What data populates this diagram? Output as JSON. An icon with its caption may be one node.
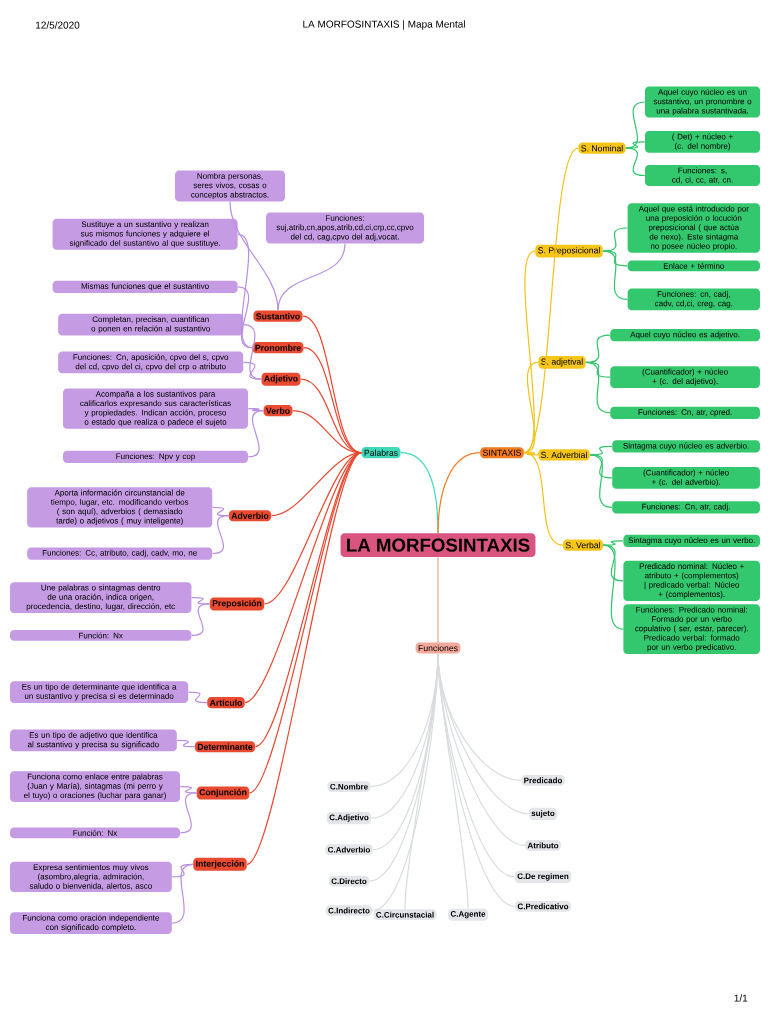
{
  "diagram": {
    "nodes": [
      {
        "text": [
          "LA MORFOSINTAXIS"
        ]
      },
      {
        "text": [
          "Palabras"
        ]
      },
      {
        "text": [
          "SINTAXIS"
        ]
      },
      {
        "text": [
          "Funciones"
        ]
      },
      {
        "text": [
          "Sustantivo"
        ]
      },
      {
        "text": [
          "Pronombre"
        ]
      },
      {
        "text": [
          "Adjetivo"
        ]
      },
      {
        "text": [
          "Verbo"
        ]
      },
      {
        "text": [
          "Adverbio"
        ]
      },
      {
        "text": [
          "Preposición"
        ]
      },
      {
        "text": [
          "Artículo"
        ]
      },
      {
        "text": [
          "Determinante"
        ]
      },
      {
        "text": [
          "Conjunción"
        ]
      },
      {
        "text": [
          "Interjección"
        ]
      },
      {
        "text": [
          "Nombra personas, seres vivos, cosas o conceptos abstractos."
        ]
      },
      {
        "text": [
          "Funciones: suj,atrib,cn,apos,atrib,cd,ci,crp,cc,cpvo del cd, cag,cpvo del adj,vocat."
        ]
      },
      {
        "text": [
          "Sustituye a un sustantivo y realizan sus mismos funciones y adquiere el significado del sustantivo al que sustituye."
        ]
      },
      {
        "text": [
          "Mismas funciones que el sustantivo"
        ]
      },
      {
        "text": [
          "Completan, precisan, cuantifican o ponen en relación al sustantivo"
        ]
      },
      {
        "text": [
          "Funciones: Cn, aposición, cpvo del s, cpvo del cd, cpvo del ci, cpvo del crp o atributo"
        ]
      },
      {
        "text": [
          "Acompaña a los sustantivos para calificarlos expresando sus características y propiedades. Indican acción, proceso o estado que realiza o padece el sujeto"
        ]
      },
      {
        "text": [
          "Funciones: Npv y cop"
        ]
      },
      {
        "text": [
          "Aporta información circunstancial de tiempo, lugar, etc. modificando verbos ( son aquí), adverbios ( demasiado tarde) o adjetivos ( muy inteligente)"
        ]
      },
      {
        "text": [
          "Funciones: Cc, atributo, cadj, cadv, mo, ne"
        ]
      },
      {
        "text": [
          "Une palabras o sintagmas dentro de una oración, indica origen, procedencia, destino, lugar, dirección, etc"
        ]
      },
      {
        "text": [
          "Función: Nx"
        ]
      },
      {
        "text": [
          "Es un tipo de determinante que identifica a un sustantivo y precisa si es determinado"
        ]
      },
      {
        "text": [
          "Es un tipo de adjetivo que identifica al sustantivo y precisa su significado"
        ]
      },
      {
        "text": [
          "Funciona como enlace entre palabras (Juan y María), sintagmas (mi perro y el tuyo) o oraciones (luchar para ganar)"
        ]
      },
      {
        "text": [
          "Función: Nx"
        ]
      },
      {
        "text": [
          "Expresa sentimientos muy vivos (asombro,alegría, admiración, saludo o bienvenida, alertos, asco"
        ]
      },
      {
        "text": [
          "Funciona como oración independiente con significado completo."
        ]
      },
      {
        "text": [
          "S. Nominal"
        ]
      },
      {
        "text": [
          "S. Preposicional"
        ]
      },
      {
        "text": [
          "S. adjetival"
        ]
      },
      {
        "text": [
          "S. Adverbial"
        ]
      },
      {
        "text": [
          "S. Verbal"
        ]
      },
      {
        "text": [
          "Aquel cuyo núcleo es un sustantivo, un pronombre o una palabra sustantivada."
        ]
      },
      {
        "text": [
          "( Det) + núcleo + (c. del nombre)"
        ]
      },
      {
        "text": [
          "Funciones: s, cd, ci, cc, atr, cn."
        ]
      },
      {
        "text": [
          "Aquel que está introducido por una preposición o locución preposicional ( que actúa de nexo). Este sintagma no posee núcleo propio."
        ]
      },
      {
        "text": [
          "Enlace + término"
        ]
      },
      {
        "text": [
          "Funciones: cn, cadj, cadv, cd,ci, creg, cag."
        ]
      },
      {
        "text": [
          "Aquel cuyo núcleo es adjetivo."
        ]
      },
      {
        "text": [
          "(Cuantificador) + núcleo + (c. del adjetivo)."
        ]
      },
      {
        "text": [
          "Funciones: Cn, atr, cpred."
        ]
      },
      {
        "text": [
          "Sintagma cuyo núcleo es adverbio."
        ]
      },
      {
        "text": [
          "(Cuantificador) + núcleo + (c. del adverbio)."
        ]
      },
      {
        "text": [
          "Funciones: Cn, atr, cadj."
        ]
      },
      {
        "text": [
          "Sintagma cuyo núcleo es un verbo."
        ]
      },
      {
        "text": [
          "Predicado nominal: Núcleo + atributo + (complementos) | predicado verbal: Núcleo + (complementos)."
        ]
      },
      {
        "text": [
          "Funciones: Predicado nominal: Formado por un verbo copulativo ( ser, estar, parecer). Predicado verbal: formado por un verbo predicativo."
        ]
      },
      {
        "text": [
          "C.Nombre"
        ]
      },
      {
        "text": [
          "C.Adjetivo"
        ]
      },
      {
        "text": [
          "C.Adverbio"
        ]
      },
      {
        "text": [
          "C.Directo"
        ]
      },
      {
        "text": [
          "C.Indirecto"
        ]
      },
      {
        "text": [
          "C.Circunstacial"
        ]
      },
      {
        "text": [
          "C.Agente"
        ]
      },
      {
        "text": [
          "Predicado"
        ]
      },
      {
        "text": [
          "sujeto"
        ]
      },
      {
        "text": [
          "Atributo"
        ]
      },
      {
        "text": [
          "C.De regimen"
        ]
      },
      {
        "text": [
          "C.Predicativo"
        ]
      }
    ],
    "edges": [
      {
        "from": 0,
        "to": 1,
        "arrow": "none",
        "color": "#3fd9b9"
      },
      {
        "from": 0,
        "to": 2,
        "arrow": "none",
        "color": "#f47b20"
      },
      {
        "from": 0,
        "to": 3,
        "arrow": "none",
        "color": "#f2a08f"
      },
      {
        "from": 1,
        "to": 4,
        "arrow": "none",
        "color": "#e8472f"
      },
      {
        "from": 1,
        "to": 5,
        "arrow": "none",
        "color": "#e8472f"
      },
      {
        "from": 1,
        "to": 6,
        "arrow": "none",
        "color": "#e8472f"
      },
      {
        "from": 1,
        "to": 7,
        "arrow": "none",
        "color": "#e8472f"
      },
      {
        "from": 1,
        "to": 8,
        "arrow": "none",
        "color": "#e8472f"
      },
      {
        "from": 1,
        "to": 9,
        "arrow": "none",
        "color": "#e8472f"
      },
      {
        "from": 1,
        "to": 10,
        "arrow": "none",
        "color": "#e8472f"
      },
      {
        "from": 1,
        "to": 11,
        "arrow": "none",
        "color": "#e8472f"
      },
      {
        "from": 1,
        "to": 12,
        "arrow": "none",
        "color": "#e8472f"
      },
      {
        "from": 1,
        "to": 13,
        "arrow": "none",
        "color": "#e8472f"
      },
      {
        "from": 4,
        "to": 14,
        "arrow": "none",
        "color": "#b98ee0"
      },
      {
        "from": 4,
        "to": 15,
        "arrow": "none",
        "color": "#b98ee0"
      },
      {
        "from": 5,
        "to": 16,
        "arrow": "none",
        "color": "#b98ee0"
      },
      {
        "from": 5,
        "to": 17,
        "arrow": "none",
        "color": "#b98ee0"
      },
      {
        "from": 6,
        "to": 18,
        "arrow": "none",
        "color": "#b98ee0"
      },
      {
        "from": 6,
        "to": 19,
        "arrow": "none",
        "color": "#b98ee0"
      },
      {
        "from": 7,
        "to": 20,
        "arrow": "none",
        "color": "#b98ee0"
      },
      {
        "from": 7,
        "to": 21,
        "arrow": "none",
        "color": "#b98ee0"
      },
      {
        "from": 8,
        "to": 22,
        "arrow": "none",
        "color": "#b98ee0"
      },
      {
        "from": 8,
        "to": 23,
        "arrow": "none",
        "color": "#b98ee0"
      },
      {
        "from": 9,
        "to": 24,
        "arrow": "none",
        "color": "#b98ee0"
      },
      {
        "from": 9,
        "to": 25,
        "arrow": "none",
        "color": "#b98ee0"
      },
      {
        "from": 10,
        "to": 26,
        "arrow": "none",
        "color": "#b98ee0"
      },
      {
        "from": 11,
        "to": 27,
        "arrow": "none",
        "color": "#b98ee0"
      },
      {
        "from": 12,
        "to": 28,
        "arrow": "none",
        "color": "#b98ee0"
      },
      {
        "from": 12,
        "to": 29,
        "arrow": "none",
        "color": "#b98ee0"
      },
      {
        "from": 13,
        "to": 30,
        "arrow": "none",
        "color": "#b98ee0"
      },
      {
        "from": 13,
        "to": 31,
        "arrow": "none",
        "color": "#b98ee0"
      },
      {
        "from": 2,
        "to": 32,
        "arrow": "none",
        "color": "#f2c21b"
      },
      {
        "from": 2,
        "to": 33,
        "arrow": "none",
        "color": "#f2c21b"
      },
      {
        "from": 2,
        "to": 34,
        "arrow": "none",
        "color": "#f2c21b"
      },
      {
        "from": 2,
        "to": 35,
        "arrow": "none",
        "color": "#f2c21b"
      },
      {
        "from": 2,
        "to": 36,
        "arrow": "none",
        "color": "#f2c21b"
      },
      {
        "from": 32,
        "to": 37,
        "arrow": "none",
        "color": "#2fc46b"
      },
      {
        "from": 32,
        "to": 38,
        "arrow": "none",
        "color": "#2fc46b"
      },
      {
        "from": 32,
        "to": 39,
        "arrow": "none",
        "color": "#2fc46b"
      },
      {
        "from": 33,
        "to": 40,
        "arrow": "none",
        "color": "#2fc46b"
      },
      {
        "from": 33,
        "to": 41,
        "arrow": "none",
        "color": "#2fc46b"
      },
      {
        "from": 33,
        "to": 42,
        "arrow": "none",
        "color": "#2fc46b"
      },
      {
        "from": 34,
        "to": 43,
        "arrow": "none",
        "color": "#2fc46b"
      },
      {
        "from": 34,
        "to": 44,
        "arrow": "none",
        "color": "#2fc46b"
      },
      {
        "from": 34,
        "to": 45,
        "arrow": "none",
        "color": "#2fc46b"
      },
      {
        "from": 35,
        "to": 46,
        "arrow": "none",
        "color": "#2fc46b"
      },
      {
        "from": 35,
        "to": 47,
        "arrow": "none",
        "color": "#2fc46b"
      },
      {
        "from": 35,
        "to": 48,
        "arrow": "none",
        "color": "#2fc46b"
      },
      {
        "from": 36,
        "to": 49,
        "arrow": "none",
        "color": "#2fc46b"
      },
      {
        "from": 36,
        "to": 50,
        "arrow": "none",
        "color": "#2fc46b"
      },
      {
        "from": 36,
        "to": 51,
        "arrow": "none",
        "color": "#2fc46b"
      },
      {
        "from": 3,
        "to": 52,
        "arrow": "none",
        "color": "#d9dcdf"
      },
      {
        "from": 3,
        "to": 53,
        "arrow": "none",
        "color": "#d9dcdf"
      },
      {
        "from": 3,
        "to": 54,
        "arrow": "none",
        "color": "#d9dcdf"
      },
      {
        "from": 3,
        "to": 55,
        "arrow": "none",
        "color": "#d9dcdf"
      },
      {
        "from": 3,
        "to": 56,
        "arrow": "none",
        "color": "#d9dcdf"
      },
      {
        "from": 3,
        "to": 57,
        "arrow": "none",
        "color": "#d9dcdf"
      },
      {
        "from": 3,
        "to": 58,
        "arrow": "none",
        "color": "#d9dcdf"
      },
      {
        "from": 3,
        "to": 59,
        "arrow": "none",
        "color": "#d9dcdf"
      },
      {
        "from": 3,
        "to": 60,
        "arrow": "none",
        "color": "#d9dcdf"
      },
      {
        "from": 3,
        "to": 61,
        "arrow": "none",
        "color": "#d9dcdf"
      },
      {
        "from": 3,
        "to": 62,
        "arrow": "none",
        "color": "#d9dcdf"
      },
      {
        "from": 3,
        "to": 63,
        "arrow": "none",
        "color": "#d9dcdf"
      }
    ],
    "labels": [
      "12/5/2020",
      "LA MORFOSINTAXIS | Mapa Mental",
      "1/1"
    ]
  }
}
